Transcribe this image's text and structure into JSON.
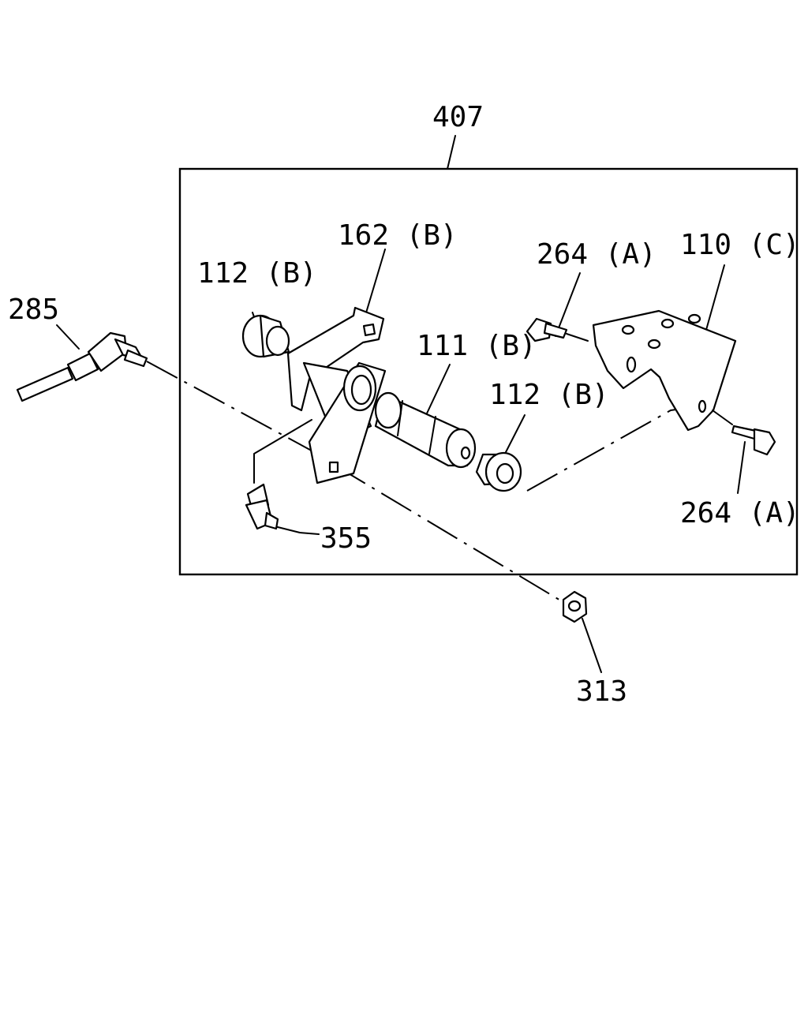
{
  "callouts": {
    "assembly": "407",
    "bushing_upper": "112 (B)",
    "bracket_lever": "162 (B)",
    "bolt_upper": "264 (A)",
    "bracket_mount": "110 (C)",
    "pin": "111 (B)",
    "bushing_lower": "112 (B)",
    "rod": "285",
    "grease_fitting": "355",
    "bolt_lower": "264 (A)",
    "nut": "313"
  }
}
